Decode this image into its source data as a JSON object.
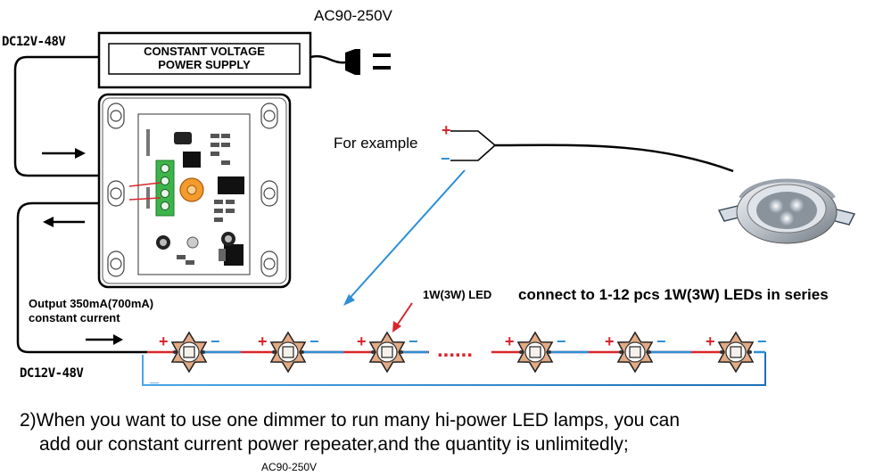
{
  "labels": {
    "ac_input_top": "AC90-250V",
    "dc_input_top": "DC12V-48V",
    "power_supply_line1": "CONSTANT VOLTAGE",
    "power_supply_line2": "POWER SUPPLY",
    "for_example": "For example",
    "output_line1": "Output 350mA(700mA)",
    "output_line2": "constant current",
    "led_label": "1W(3W) LED",
    "connect_text": "connect to 1-12 pcs 1W(3W) LEDs in series",
    "dc_input_bottom": "DC12V-48V",
    "ellipsis": "......",
    "note_line1": "2)When you want to use one dimmer to run many hi-power LED lamps, you can",
    "note_line2": "add our constant current power repeater,and the quantity is unlimitedly;",
    "ac_input_bottom": "AC90-250V"
  },
  "polarity": {
    "plus": "+",
    "minus": "−",
    "minus_return": "_"
  },
  "colors": {
    "positive_wire": "#d8262b",
    "negative_wire": "#2d8fd5",
    "terminal_green": "#3cb44b",
    "potentiometer": "#f39b2c",
    "led_star": "#e3ab85",
    "ink": "#000000"
  },
  "icons": [
    "plug-icon",
    "led-star-icon",
    "downlight-lamp-icon",
    "arrow-right-icon",
    "arrow-left-icon"
  ]
}
